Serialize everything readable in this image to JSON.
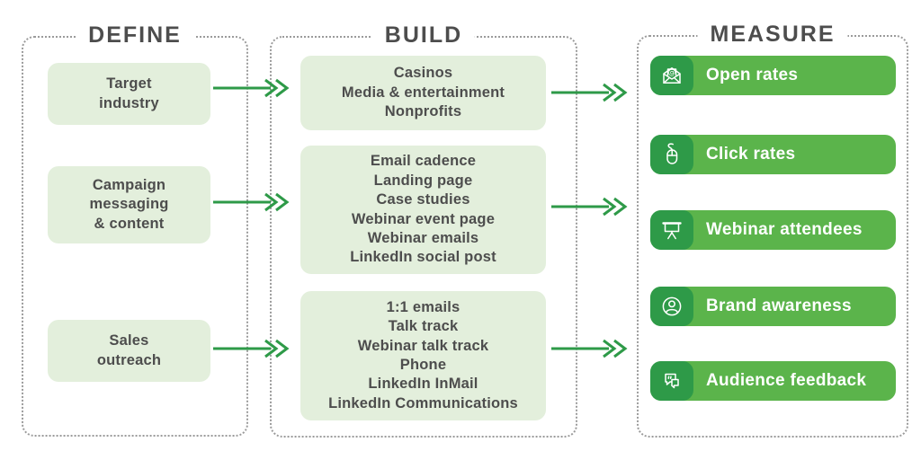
{
  "titles": {
    "define": "DEFINE",
    "build": "BUILD",
    "measure": "MEASURE"
  },
  "define": {
    "boxes": [
      {
        "label": "Target\nindustry"
      },
      {
        "label": "Campaign\nmessaging\n& content"
      },
      {
        "label": "Sales\noutreach"
      }
    ]
  },
  "build": {
    "boxes": [
      {
        "label": "Casinos\nMedia & entertainment\nNonprofits"
      },
      {
        "label": "Email cadence\nLanding page\nCase studies\nWebinar event page\nWebinar emails\nLinkedIn social post"
      },
      {
        "label": "1:1 emails\nTalk track\nWebinar talk track\nPhone\nLinkedIn InMail\nLinkedIn Communications"
      }
    ]
  },
  "measure": {
    "items": [
      {
        "icon": "open-email-icon",
        "label": "Open rates"
      },
      {
        "icon": "mouse-click-icon",
        "label": "Click rates"
      },
      {
        "icon": "presentation-screen-icon",
        "label": "Webinar attendees"
      },
      {
        "icon": "person-circle-icon",
        "label": "Brand awareness"
      },
      {
        "icon": "speech-bubbles-icon",
        "label": "Audience feedback"
      }
    ]
  },
  "colors": {
    "light_box": "#e3efdc",
    "banner_green": "#5bb44b",
    "dark_green": "#2e9a48",
    "text_dark": "#4d4d4d",
    "dotted_border": "#9b9b9b"
  }
}
